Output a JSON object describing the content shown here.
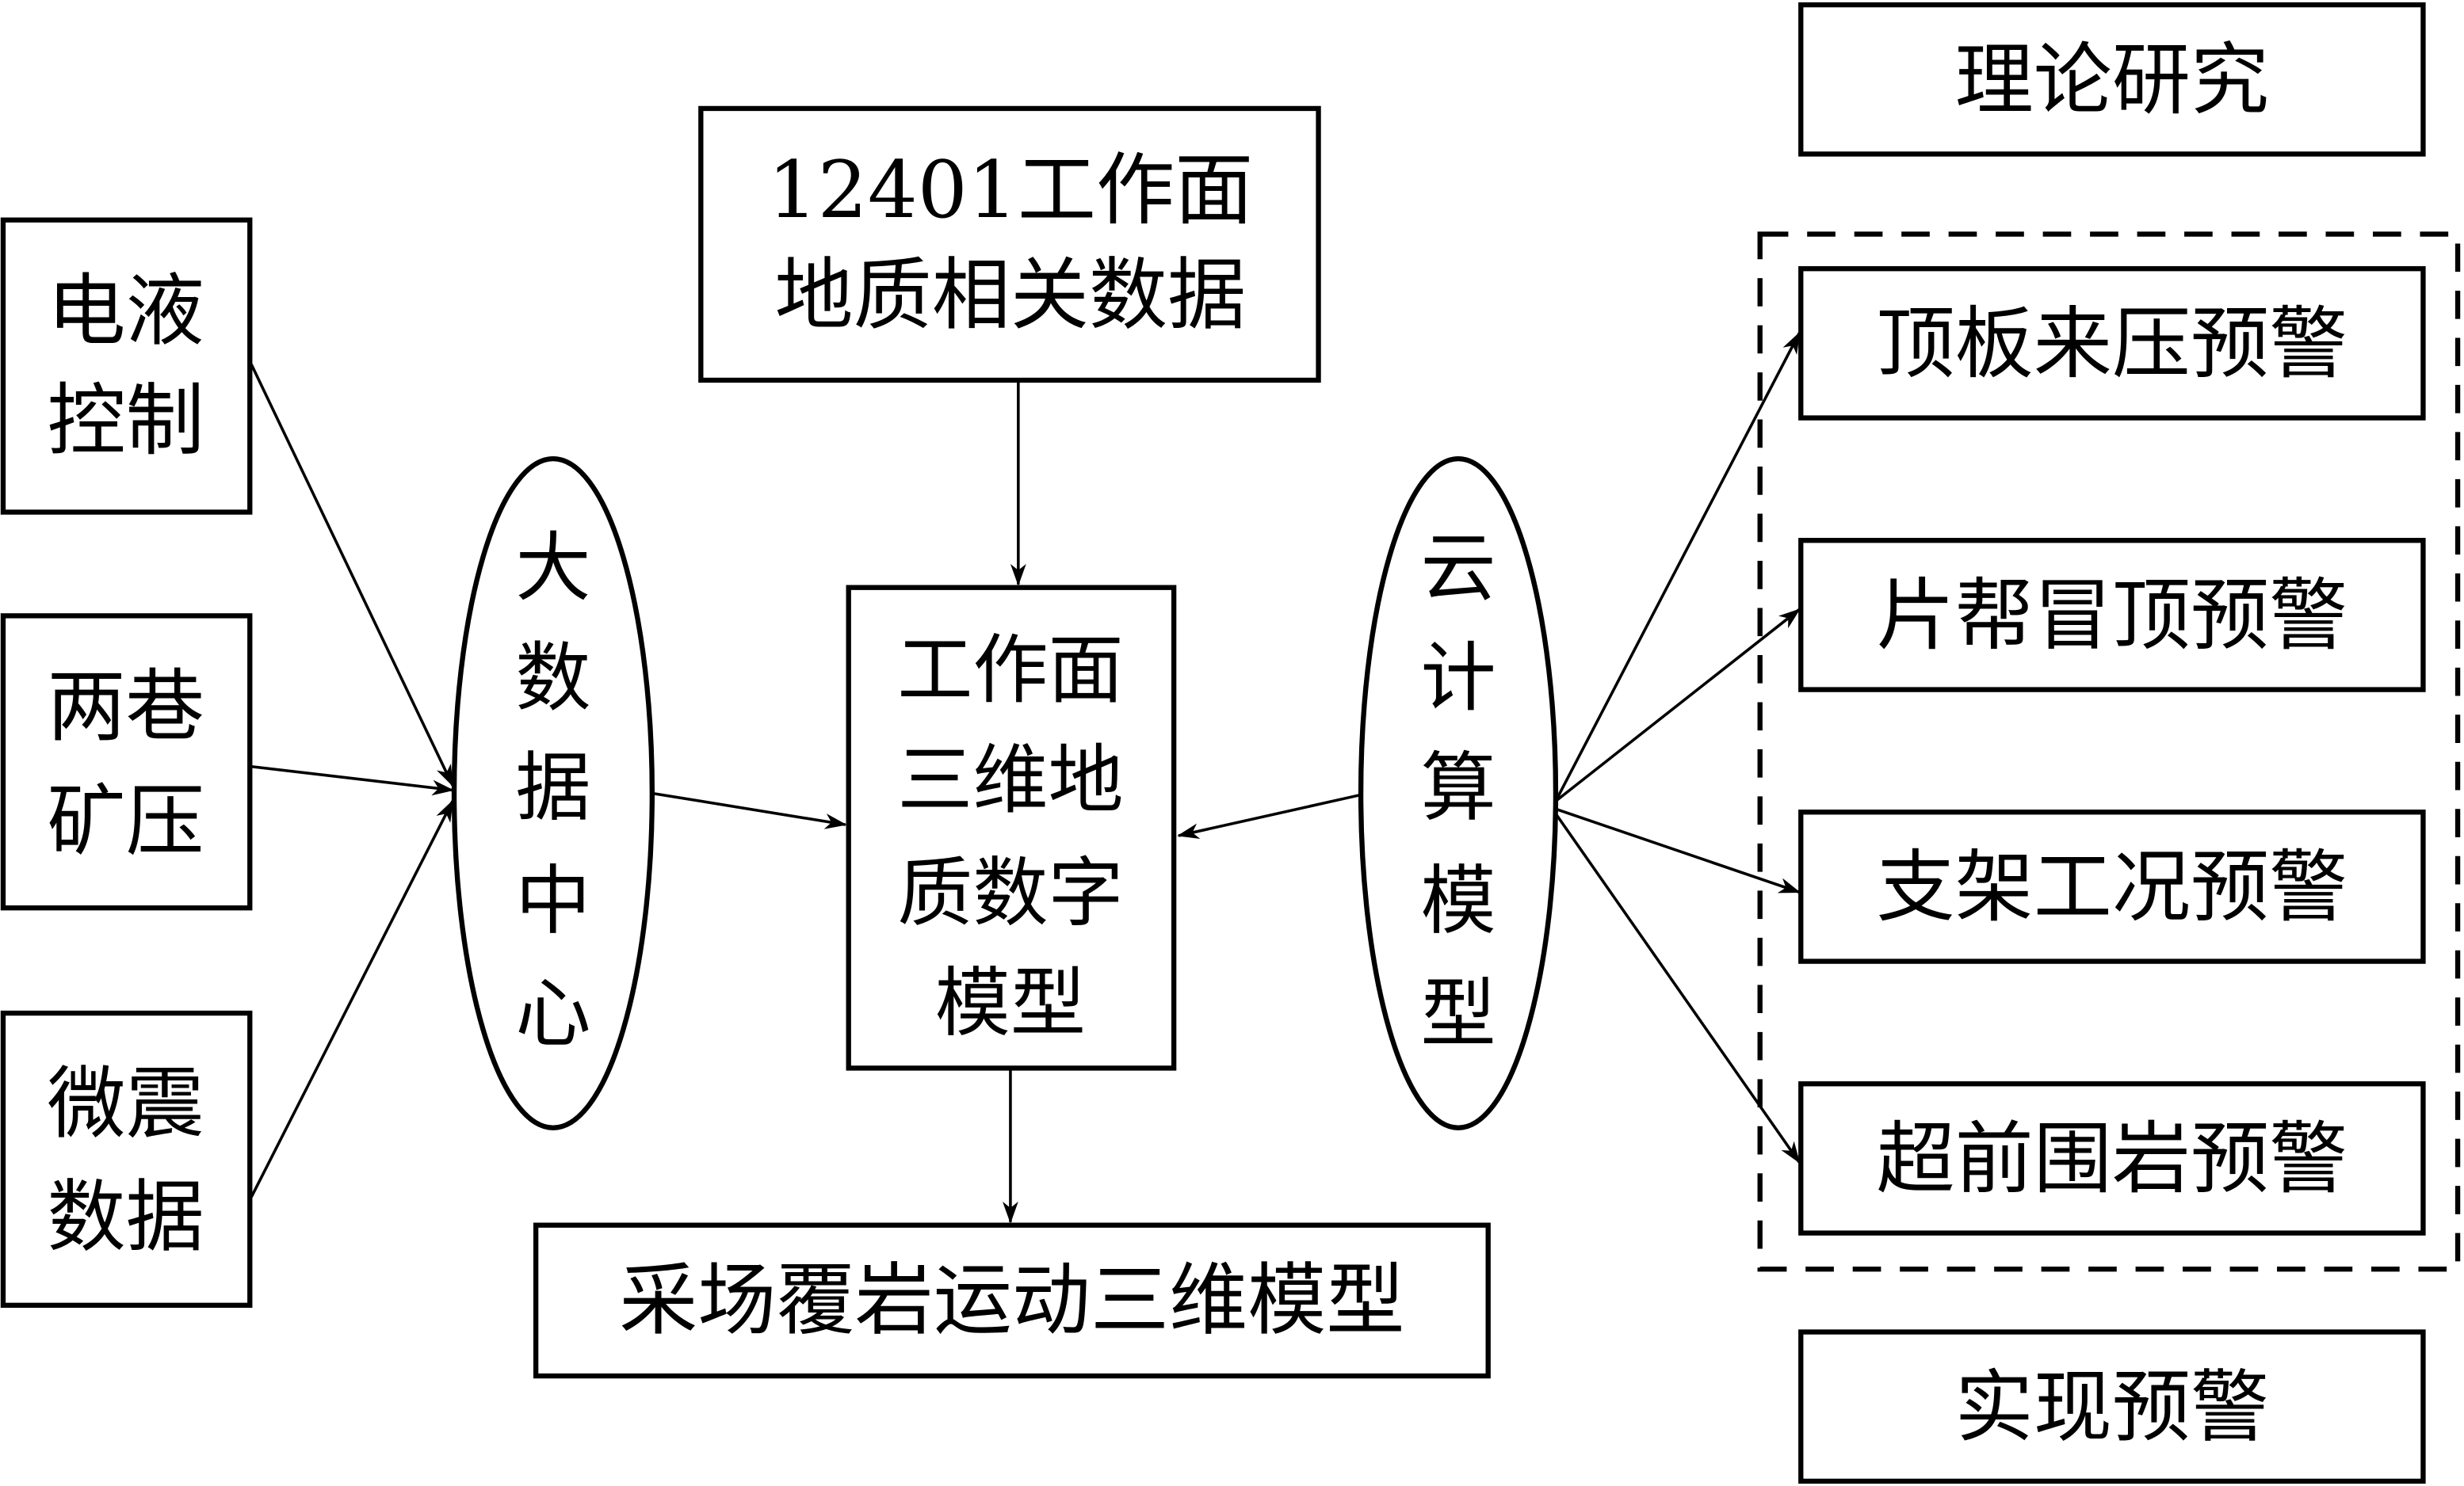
{
  "inputs": [
    {
      "line1": "电液",
      "line2": "控制"
    },
    {
      "line1": "两巷",
      "line2": "矿压"
    },
    {
      "line1": "微震",
      "line2": "数据"
    }
  ],
  "big_data_center": [
    "大",
    "数",
    "据",
    "中",
    "心"
  ],
  "geology_data": {
    "line1": "12401工作面",
    "line2": "地质相关数据"
  },
  "digital_model": [
    "工作面",
    "三维地",
    "质数字",
    "模型"
  ],
  "overburden_model": "采场覆岩运动三维模型",
  "cloud_model": [
    "云",
    "计",
    "算",
    "模",
    "型"
  ],
  "theory": "理论研究",
  "warnings": [
    "顶板来压预警",
    "片帮冒顶预警",
    "支架工况预警",
    "超前围岩预警"
  ],
  "realize": "实现预警"
}
